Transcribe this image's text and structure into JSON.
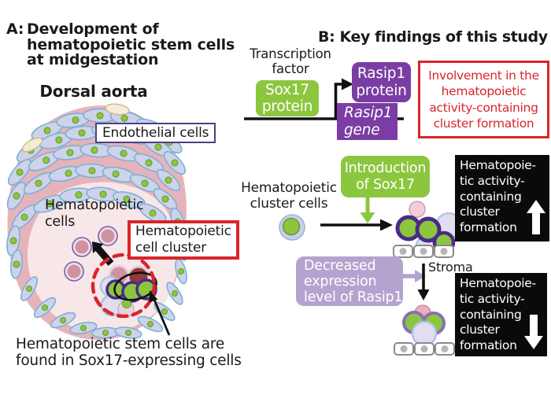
{
  "colors": {
    "accent_green": "#8cc63f",
    "accent_purple": "#7b3da3",
    "accent_lavender": "#b4a3ce",
    "accent_red": "#d8252b",
    "outcome_box_bg": "#0a0a0a",
    "endothelial_border": "#4c4085"
  },
  "panel_a": {
    "title_prefix": "A:",
    "title": "Development of\nhematopoietic stem cells\nat midgestation",
    "dorsal_aorta_label": "Dorsal aorta",
    "endothelial_label": "Endothelial cells",
    "hematopoietic_cells_label": "Hematopoietic\ncells",
    "cell_cluster_label": "Hematopoietic\ncell cluster",
    "caption": "Hematopoietic stem cells are\nfound in Sox17-expressing cells"
  },
  "panel_b": {
    "title": "B: Key findings of this study",
    "transcription_factor_label": "Transcription\nfactor",
    "sox17_box": "Sox17\nprotein",
    "rasip1_protein_box": "Rasip1\nprotein",
    "rasip1_gene_box": "Rasip1\ngene",
    "findings_box": "Involvement in the\nhematopoietic\nactivity-containing\ncluster formation",
    "cluster_cells_label": "Hematopoietic\ncluster cells",
    "introduction_box": "Introduction\nof Sox17",
    "decreased_box": "Decreased\nexpression\nlevel of Rasip1",
    "stroma_label": "Stroma",
    "outcome_up_box": "Hematopoie-\ntic activity-\ncontaining\ncluster\nformation",
    "outcome_down_box": "Hematopoie-\ntic activity-\ncontaining\ncluster\nformation"
  }
}
